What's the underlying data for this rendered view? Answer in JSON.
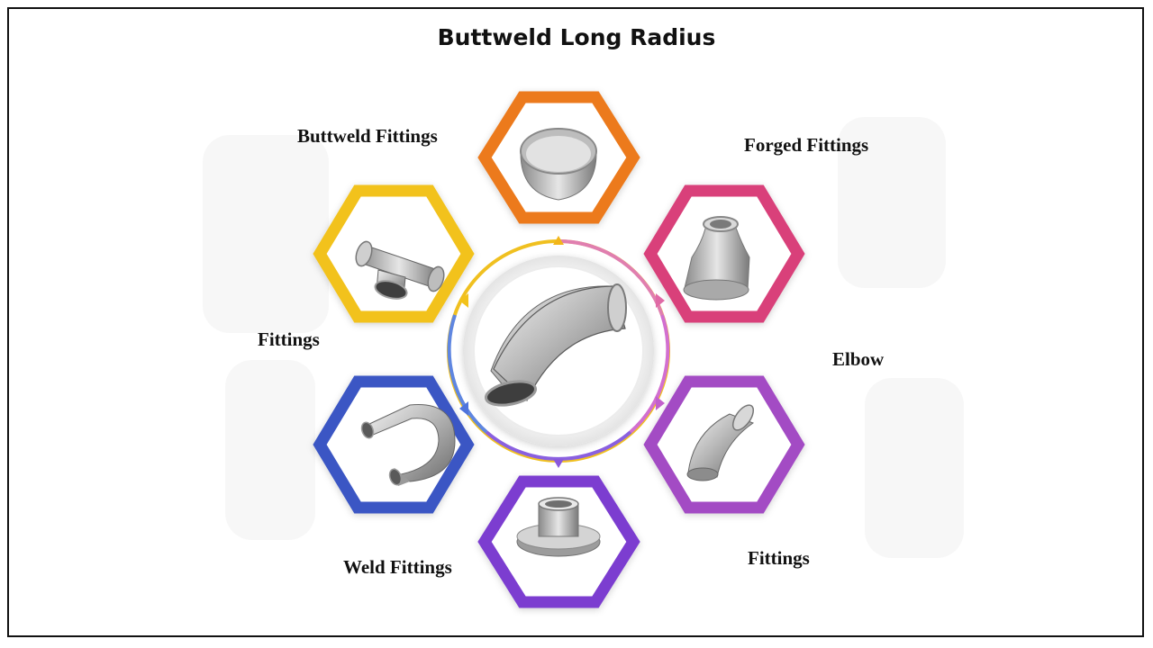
{
  "title": "Buttweld Long Radius",
  "labels": {
    "top_left": "Buttweld Fittings",
    "top_right": "Forged Fittings",
    "mid_left": "Fittings",
    "mid_right": "Elbow",
    "bottom_left": "Weld Fittings",
    "bottom_right": "Fittings"
  },
  "hexagons": [
    {
      "id": "top",
      "color": "#ec7a1c",
      "icon": "pipe-cap-icon"
    },
    {
      "id": "upper-right",
      "color": "#d9417a",
      "icon": "pipe-reducer-icon"
    },
    {
      "id": "lower-right",
      "color": "#a34bc4",
      "icon": "elbow-45-icon"
    },
    {
      "id": "bottom",
      "color": "#7b3ed0",
      "icon": "stub-end-icon"
    },
    {
      "id": "lower-left",
      "color": "#3a56c4",
      "icon": "return-bend-icon"
    },
    {
      "id": "upper-left",
      "color": "#f2c21a",
      "icon": "equal-tee-icon"
    }
  ],
  "center": {
    "icon": "elbow-90-icon"
  }
}
